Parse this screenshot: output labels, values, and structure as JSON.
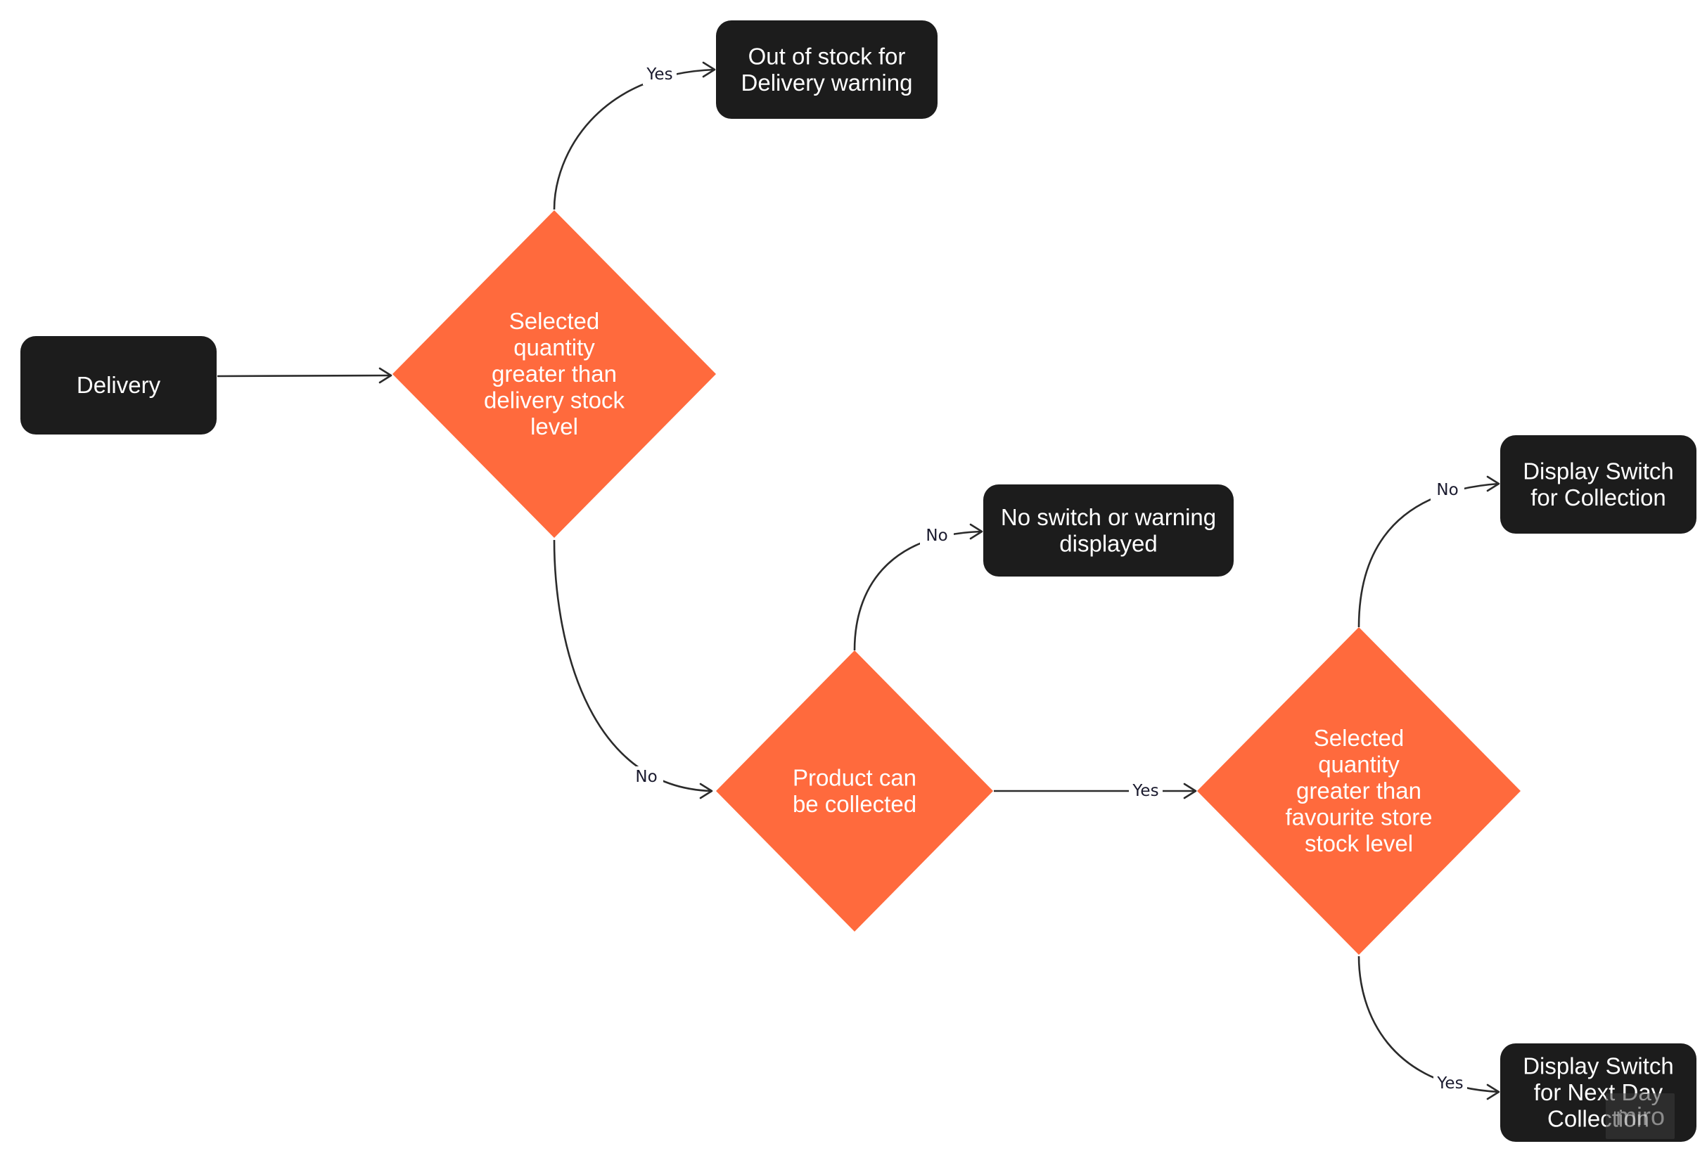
{
  "diagram": {
    "colors": {
      "terminal_fill": "#1c1c1c",
      "decision_fill": "#ff6a3d",
      "text": "#ffffff",
      "edge": "#2b2b2b",
      "edge_label": "#1a1a2e"
    },
    "nodes": [
      {
        "id": "delivery",
        "kind": "terminal",
        "lines": [
          "Delivery"
        ]
      },
      {
        "id": "decision-delivery-stock",
        "kind": "decision",
        "lines": [
          "Selected",
          "quantity",
          "greater than",
          "delivery stock",
          "level"
        ]
      },
      {
        "id": "out-of-stock-warning",
        "kind": "terminal",
        "lines": [
          "Out of stock for",
          "Delivery warning"
        ]
      },
      {
        "id": "decision-can-collect",
        "kind": "decision",
        "lines": [
          "Product can",
          "be collected"
        ]
      },
      {
        "id": "no-switch",
        "kind": "terminal",
        "lines": [
          "No switch or warning",
          "displayed"
        ]
      },
      {
        "id": "decision-store-stock",
        "kind": "decision",
        "lines": [
          "Selected",
          "quantity",
          "greater than",
          "favourite store",
          "stock level"
        ]
      },
      {
        "id": "switch-collection",
        "kind": "terminal",
        "lines": [
          "Display Switch",
          "for Collection"
        ]
      },
      {
        "id": "switch-next-day",
        "kind": "terminal",
        "lines": [
          "Display Switch",
          "for Next Day",
          "Collection"
        ]
      }
    ],
    "edges": [
      {
        "from": "delivery",
        "to": "decision-delivery-stock",
        "label": ""
      },
      {
        "from": "decision-delivery-stock",
        "to": "out-of-stock-warning",
        "label": "Yes"
      },
      {
        "from": "decision-delivery-stock",
        "to": "decision-can-collect",
        "label": "No"
      },
      {
        "from": "decision-can-collect",
        "to": "no-switch",
        "label": "No"
      },
      {
        "from": "decision-can-collect",
        "to": "decision-store-stock",
        "label": "Yes"
      },
      {
        "from": "decision-store-stock",
        "to": "switch-collection",
        "label": "No"
      },
      {
        "from": "decision-store-stock",
        "to": "switch-next-day",
        "label": "Yes"
      }
    ],
    "watermark": "miro"
  }
}
